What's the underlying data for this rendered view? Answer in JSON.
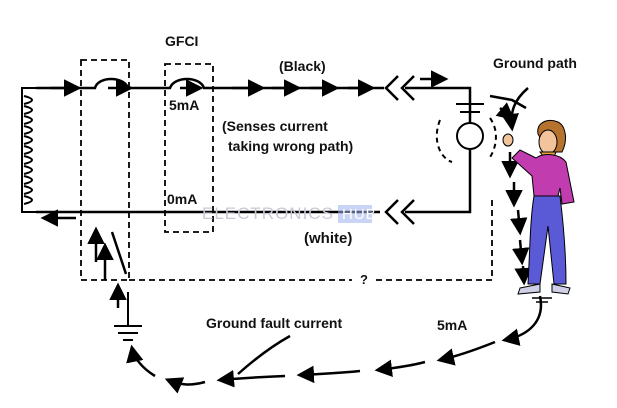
{
  "labels": {
    "gfci": "GFCI",
    "black": "(Black)",
    "white": "(white)",
    "ground_path": "Ground path",
    "five_ma_top": "5mA",
    "zero_ma": "0mA",
    "senses_line1": "(Senses current",
    "senses_line2": "taking wrong path)",
    "question": "?",
    "ground_fault_current": "Ground fault current",
    "five_ma_bottom": "5mA"
  },
  "watermark": {
    "left": "ELECTRONICS",
    "right": "HUB"
  },
  "colors": {
    "line": "#000000",
    "person_shirt": "#c13cae",
    "person_pants": "#5a5ad6",
    "person_skin": "#f2c49b",
    "person_hair": "#b5732e",
    "watermark_hub": "#9fb2ef"
  }
}
